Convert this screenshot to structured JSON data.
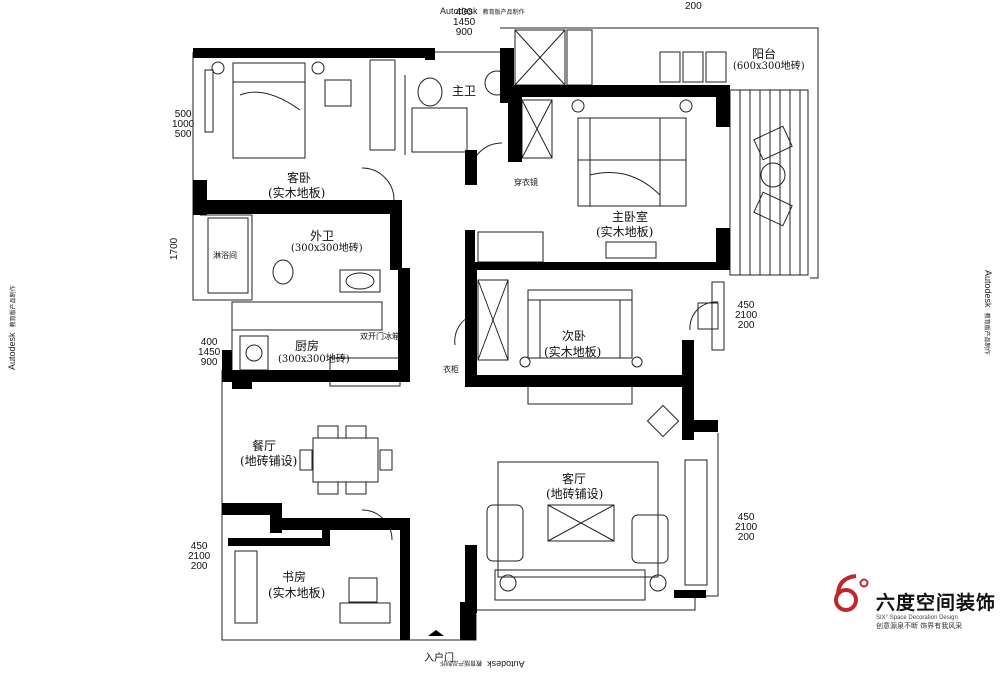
{
  "rooms": {
    "master_bath": "主卫",
    "balcony": "阳台",
    "balcony_floor": "(600x300地砖)",
    "guest_bedroom": "客卧",
    "guest_bedroom_floor": "(实木地板)",
    "wardrobe": "穿衣镜",
    "master_bedroom": "主卧室",
    "master_bedroom_floor": "(实木地板)",
    "outer_bath": "外卫",
    "outer_bath_floor": "(300x300地砖)",
    "shower": "淋浴间",
    "kitchen": "厨房",
    "kitchen_floor": "(300x300地砖)",
    "kitchen_door": "双开门冰箱",
    "second_bedroom": "次卧",
    "second_bedroom_floor": "(实木地板)",
    "shoe_cabinet": "衣柜",
    "dining": "餐厅",
    "dining_floor": "(地砖铺设)",
    "living": "客厅",
    "living_floor": "(地砖铺设)",
    "study": "书房",
    "study_floor": "(实木地板)",
    "entrance": "入户门"
  },
  "dimensions": {
    "top_left": [
      "400",
      "1450",
      "900"
    ],
    "top_right": "200",
    "left_upper": [
      "500",
      "1000",
      "500"
    ],
    "left_mid": [
      "1700"
    ],
    "left_kitchen": [
      "400",
      "1450",
      "900"
    ],
    "left_study": [
      "450",
      "2100",
      "200"
    ],
    "right_second": [
      "450",
      "2100",
      "200"
    ],
    "right_living": [
      "450",
      "2100",
      "200"
    ]
  },
  "watermark": {
    "brand": "Autodesk",
    "note": "教育版产品制作"
  },
  "logo": {
    "mark": "6°",
    "name": "六度空间装饰",
    "sub": "SIX° Space Decoration Design",
    "slogan": "创意源泉不断 饰界有我风采"
  },
  "colors": {
    "wall": "#000000",
    "line": "#222222",
    "logo_red": "#c0272d"
  }
}
